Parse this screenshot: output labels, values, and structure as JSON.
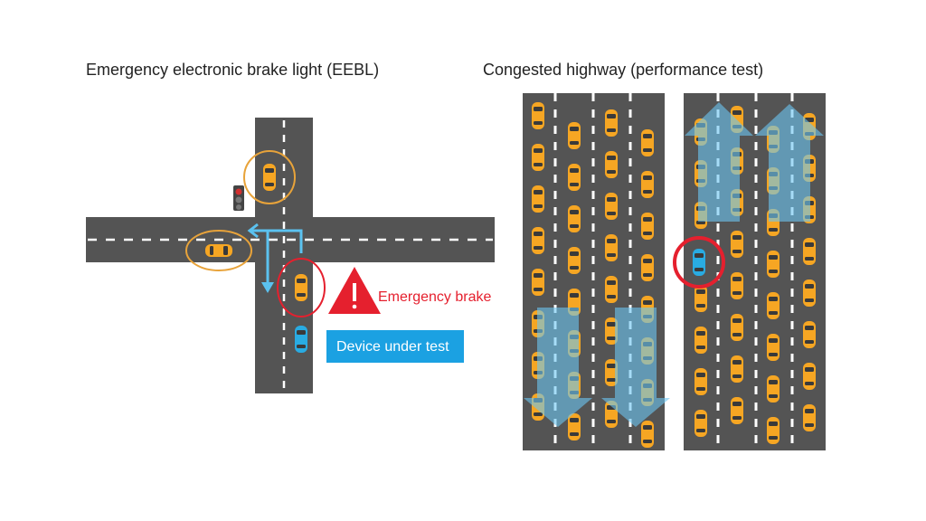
{
  "eebl": {
    "title": "Emergency electronic brake light (EEBL)",
    "warning_label": "Emergency brake",
    "warning_icon": "warning-triangle-icon",
    "device_label": "Device under test"
  },
  "highway": {
    "title": "Congested highway (performance test)"
  },
  "colors": {
    "road": "#545454",
    "vehicle": "#f6a623",
    "device_vehicle": "#29abe2",
    "highlight_ring": "#e8a33a",
    "warning": "#e5202e",
    "device_label_bg": "#1ba1e2",
    "flow_arrow": "#5bc2f0"
  }
}
